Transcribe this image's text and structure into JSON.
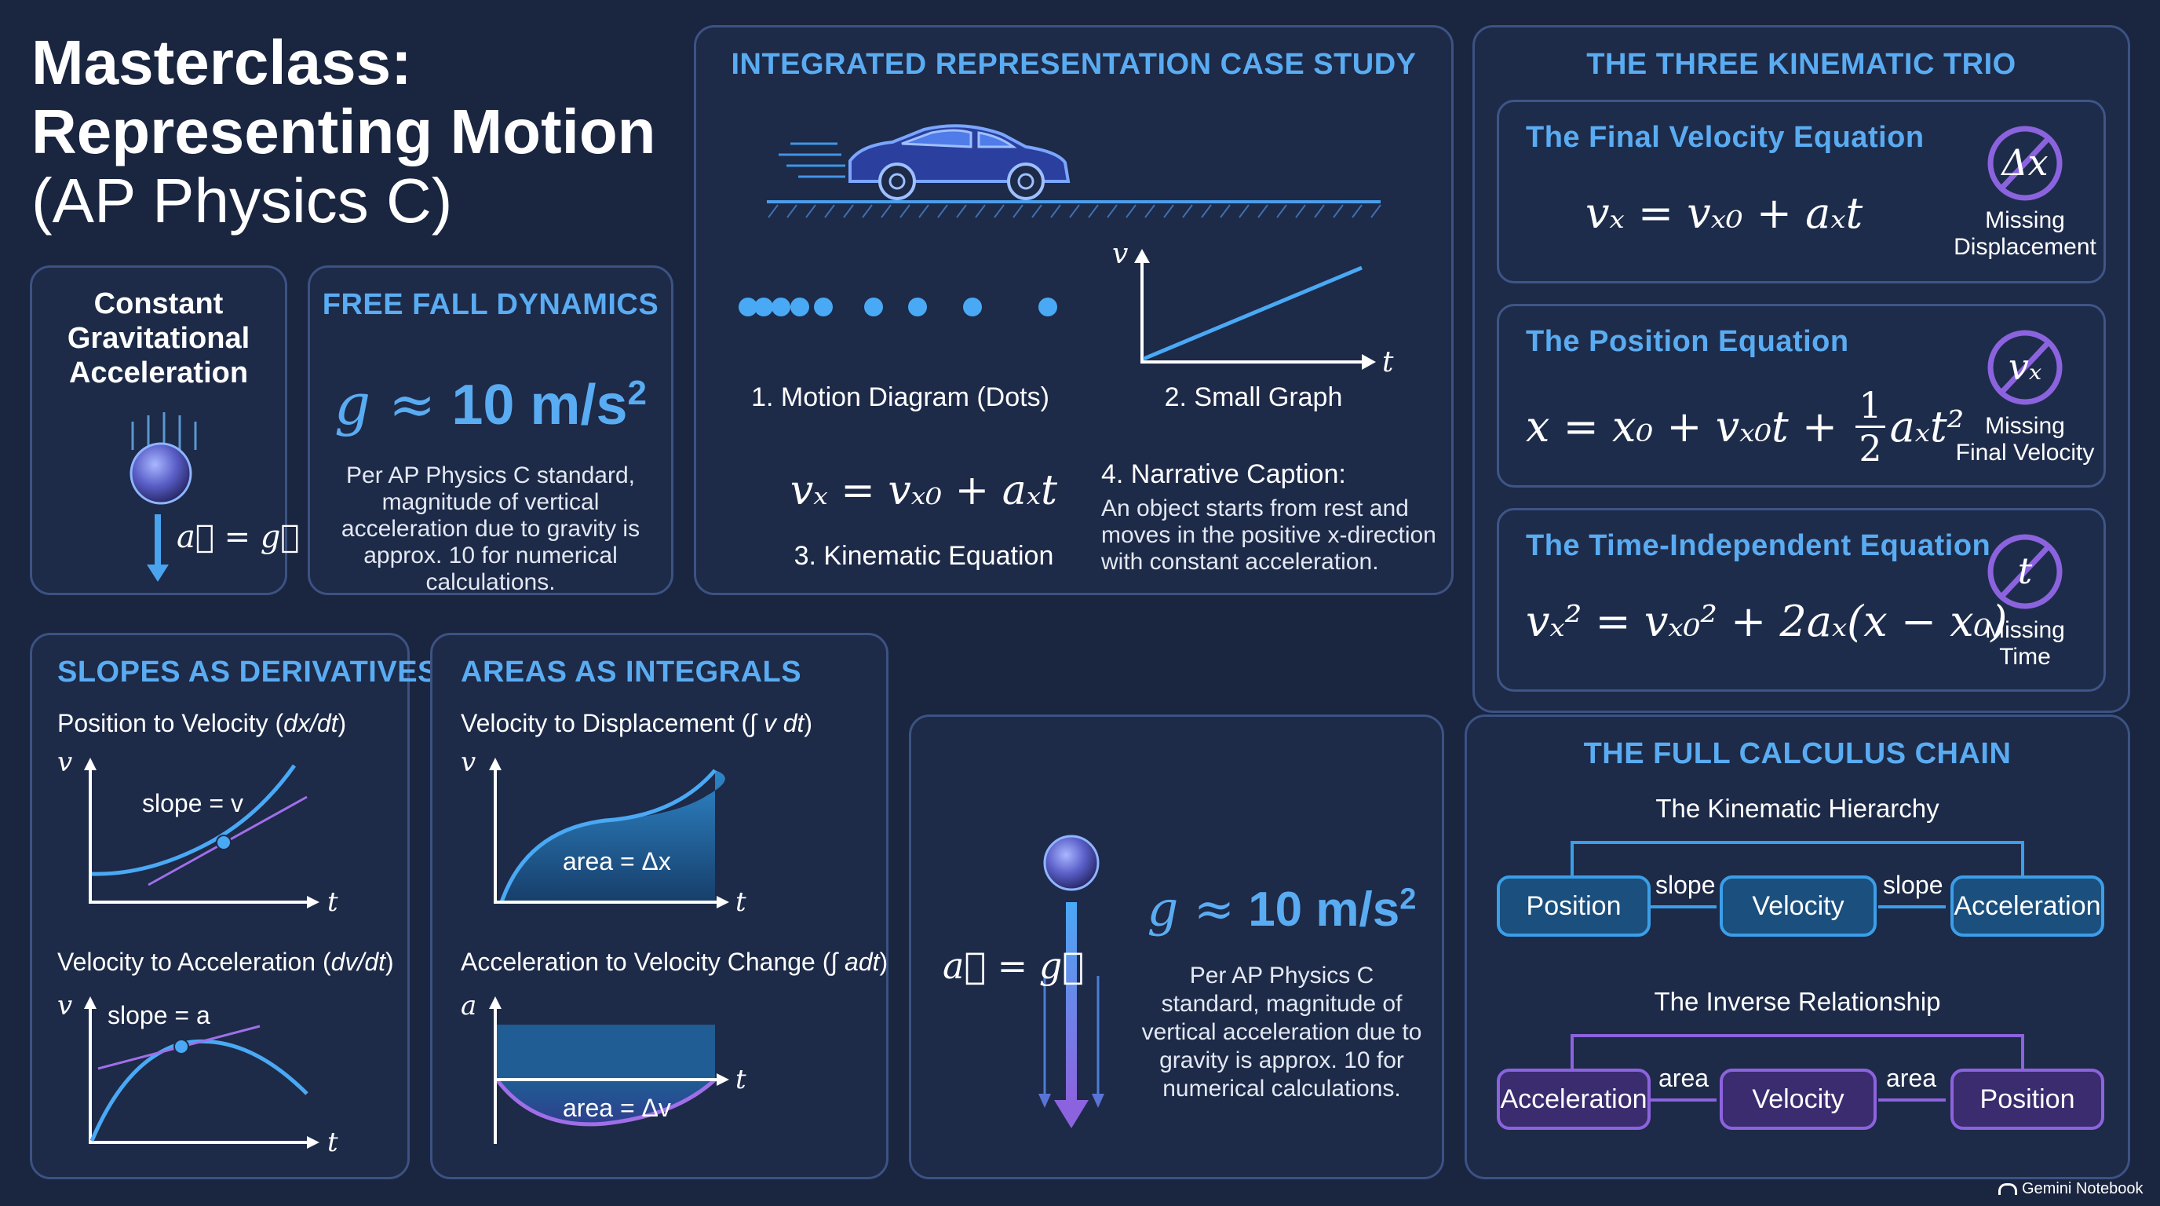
{
  "header": {
    "title_line1": "Masterclass:",
    "title_line2": "Representing Motion",
    "title_line3": "(AP Physics C)"
  },
  "gravity_card": {
    "title_line1": "Constant",
    "title_line2": "Gravitational",
    "title_line3": "Acceleration",
    "vector_label": "a⃗ = g⃗"
  },
  "free_fall": {
    "title": "FREE FALL DYNAMICS",
    "g_symbol": "g ≈",
    "g_value": "10 m/s",
    "g_exp": "2",
    "description": "Per AP Physics C standard, magnitude of vertical acceleration due to gravity is approx. 10 for numerical calculations."
  },
  "case_study": {
    "title": "INTEGRATED REPRESENTATION CASE STUDY",
    "label_dots": "1. Motion Diagram (Dots)",
    "label_graph": "2. Small Graph",
    "graph_y_axis": "v",
    "graph_x_axis": "t",
    "equation": "vₓ = vₓ₀ + aₓt",
    "label_equation": "3. Kinematic Equation",
    "caption_title": "4. Narrative Caption:",
    "caption_text": "An object starts from rest and moves in the positive x-direction with constant acceleration."
  },
  "trio": {
    "title": "THE THREE KINEMATIC TRIO",
    "items": [
      {
        "title": "The Final Velocity Equation",
        "equation": "vₓ = vₓ₀ + aₓt",
        "icon_symbol": "Δx",
        "missing_line1": "Missing",
        "missing_line2": "Displacement"
      },
      {
        "title": "The Position Equation",
        "equation": "x = x₀ + vₓ₀t + ",
        "frac_num": "1",
        "frac_den": "2",
        "equation_tail": "aₓt²",
        "icon_symbol": "vₓ",
        "missing_line1": "Missing",
        "missing_line2": "Final Velocity"
      },
      {
        "title": "The Time-Independent Equation",
        "equation": "vₓ² = vₓ₀² + 2aₓ(x − x₀)",
        "icon_symbol": "t",
        "missing_line1": "Missing",
        "missing_line2": "Time"
      }
    ]
  },
  "slopes": {
    "title": "SLOPES AS DERIVATIVES",
    "graph1_title": "Position to Velocity (",
    "graph1_title_math": "dx/dt",
    "graph1_title_end": ")",
    "graph1_y": "v",
    "graph1_x": "t",
    "graph1_note": "slope = v",
    "graph2_title": "Velocity to Acceleration (",
    "graph2_title_math": "dv/dt",
    "graph2_title_end": ")",
    "graph2_y": "v",
    "graph2_x": "t",
    "graph2_note": "slope = a"
  },
  "areas": {
    "title": "AREAS AS INTEGRALS",
    "graph1_title": "Velocity to Displacement (∫ ",
    "graph1_title_math": "v dt",
    "graph1_title_end": ")",
    "graph1_y": "v",
    "graph1_x": "t",
    "graph1_note": "area = Δx",
    "graph2_title": "Acceleration to Velocity Change (∫ ",
    "graph2_title_math": "adt",
    "graph2_title_end": ")",
    "graph2_y": "a",
    "graph2_x": "t",
    "graph2_note": "area = Δv"
  },
  "falling": {
    "vector_label": "a⃗ = g⃗",
    "g_symbol": "g ≈",
    "g_value": "10 m/s",
    "g_exp": "2",
    "description": "Per AP Physics C standard, magnitude of vertical acceleration due to gravity is approx. 10 for numerical calculations."
  },
  "calculus_chain": {
    "title": "THE FULL CALCULUS CHAIN",
    "hierarchy_title": "The Kinematic Hierarchy",
    "hierarchy_boxes": [
      "Position",
      "Velocity",
      "Acceleration"
    ],
    "hierarchy_link": "slope",
    "inverse_title": "The Inverse Relationship",
    "inverse_boxes": [
      "Acceleration",
      "Velocity",
      "Position"
    ],
    "inverse_link": "area"
  },
  "footer": {
    "brand": "Gemini Notebook"
  },
  "colors": {
    "background": "#1a2540",
    "panel_border": "#3c5283",
    "accent_blue": "#5aacf2",
    "accent_purple": "#8c63de"
  }
}
